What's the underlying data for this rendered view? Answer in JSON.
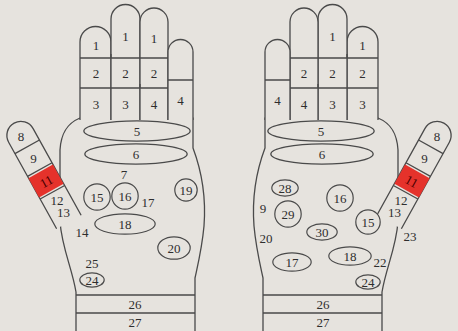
{
  "diagram": {
    "nodes": [
      {
        "text": [
          "5"
        ]
      },
      {
        "text": [
          "6"
        ]
      },
      {
        "text": [
          "11"
        ]
      },
      {
        "text": [
          "15"
        ]
      },
      {
        "text": [
          "16"
        ]
      },
      {
        "text": [
          "19"
        ]
      },
      {
        "text": [
          "18"
        ]
      },
      {
        "text": [
          "20"
        ]
      },
      {
        "text": [
          "24"
        ]
      },
      {
        "text": [
          "5"
        ]
      },
      {
        "text": [
          "6"
        ]
      },
      {
        "text": [
          "11"
        ]
      },
      {
        "text": [
          "28"
        ]
      },
      {
        "text": [
          "16"
        ]
      },
      {
        "text": [
          "29"
        ]
      },
      {
        "text": [
          "15"
        ]
      },
      {
        "text": [
          "30"
        ]
      },
      {
        "text": [
          "18"
        ]
      },
      {
        "text": [
          "17"
        ]
      },
      {
        "text": [
          "24"
        ]
      }
    ],
    "labels": [
      "1",
      "2",
      "3",
      "1",
      "2",
      "3",
      "1",
      "2",
      "4",
      "4",
      "8",
      "9",
      "12",
      "13",
      "14",
      "7",
      "17",
      "25",
      "26",
      "27",
      "4",
      "2",
      "4",
      "1",
      "2",
      "3",
      "1",
      "2",
      "3",
      "8",
      "9",
      "12",
      "13",
      "9",
      "20",
      "22",
      "23",
      "26",
      "27"
    ]
  }
}
